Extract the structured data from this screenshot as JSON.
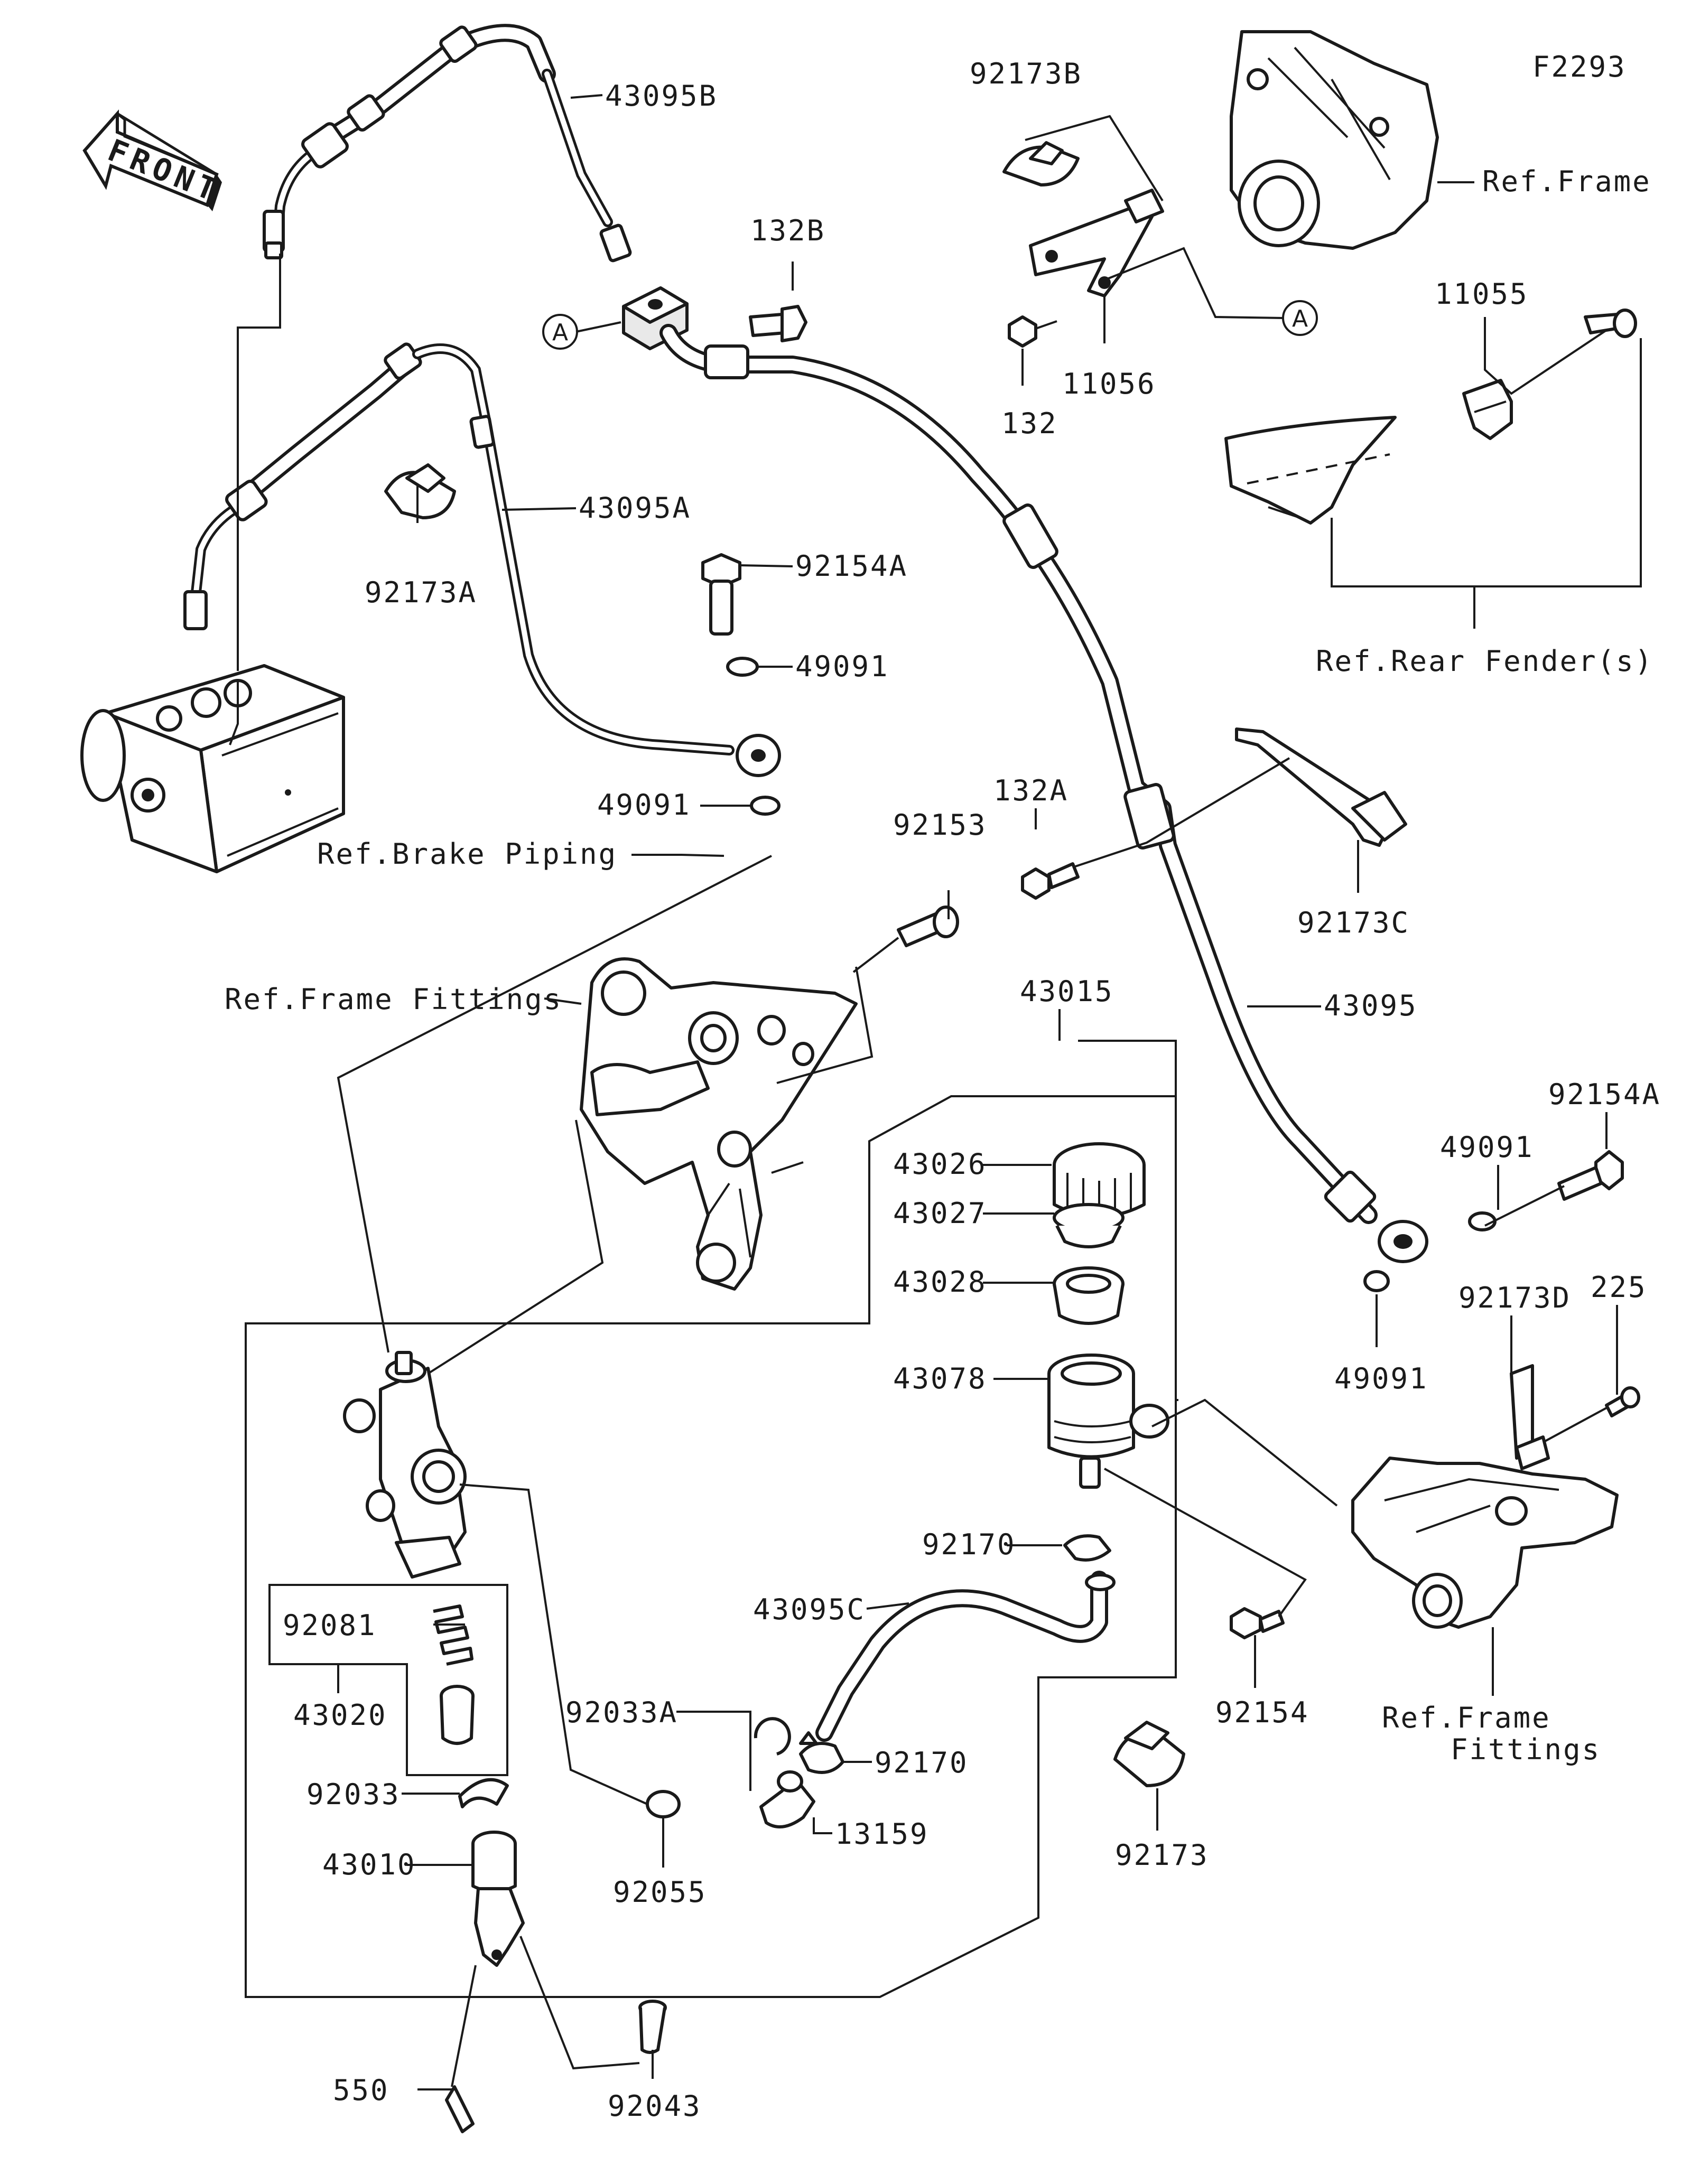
{
  "figure_code": "F2293",
  "front_label": "FRONT",
  "callouts": {
    "p43095B": "43095B",
    "p92173B": "92173B",
    "ref_frame_top": "Ref.Frame",
    "p132B": "132B",
    "mark_a_left": "A",
    "mark_a_right": "A",
    "p132": "132",
    "p11056": "11056",
    "p11055": "11055",
    "p92173A": "92173A",
    "p43095A": "43095A",
    "p92154A_top": "92154A",
    "p49091_top": "49091",
    "p49091_mid": "49091",
    "ref_rear_fender": "Ref.Rear Fender(s)",
    "ref_brake_piping": "Ref.Brake Piping",
    "p132A": "132A",
    "p92153": "92153",
    "p92173C": "92173C",
    "ref_frame_fittings_left": "Ref.Frame Fittings",
    "p43015": "43015",
    "p43095": "43095",
    "p92154A_right": "92154A",
    "p49091_right_top": "49091",
    "p43026": "43026",
    "p43027": "43027",
    "p43028": "43028",
    "p49091_right_bottom": "49091",
    "p92173D": "92173D",
    "p225": "225",
    "p43078": "43078",
    "p92170_top": "92170",
    "p43095C": "43095C",
    "p92081": "92081",
    "p43020": "43020",
    "p92033A": "92033A",
    "p92154": "92154",
    "ref_frame_fittings_right_1": "Ref.Frame",
    "ref_frame_fittings_right_2": "Fittings",
    "p92170_bottom": "92170",
    "p92033": "92033",
    "p13159": "13159",
    "p92055": "92055",
    "p92173": "92173",
    "p43010": "43010",
    "p550": "550",
    "p92043": "92043"
  }
}
